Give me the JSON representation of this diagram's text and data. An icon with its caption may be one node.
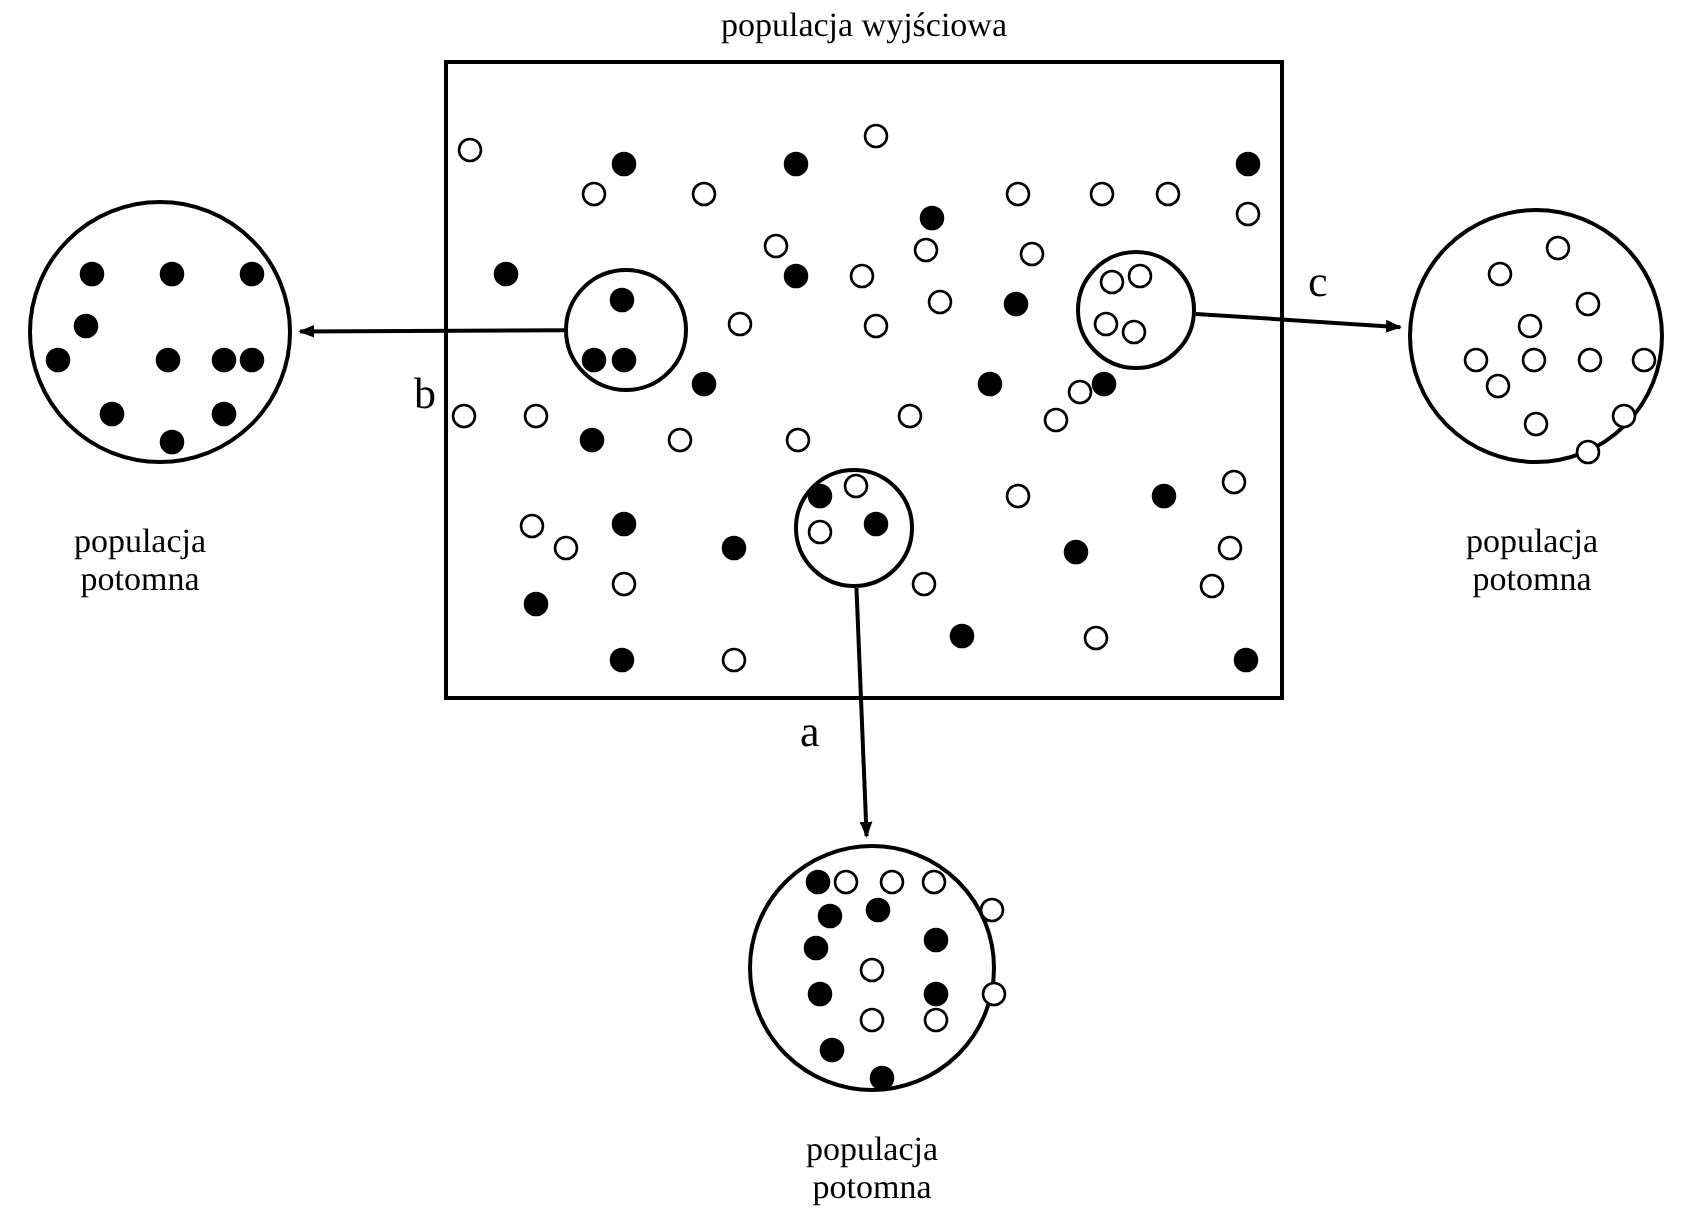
{
  "diagram": {
    "nodes": [
      {
        "text": [
          "populacja wyjściowa"
        ]
      },
      {
        "text": [],
        "shape": "circle",
        "in": 0
      },
      {
        "text": [],
        "shape": "circle",
        "in": 0
      },
      {
        "text": [],
        "shape": "circle",
        "in": 0
      },
      {
        "text": [],
        "shape": "circle",
        "beside": [
          "populacja potomna"
        ]
      },
      {
        "text": [],
        "shape": "circle",
        "beside": [
          "populacja potomna"
        ]
      },
      {
        "text": [],
        "shape": "circle",
        "beside": [
          "populacja potomna"
        ]
      }
    ],
    "edges": [
      {
        "from": 1,
        "to": 4,
        "arrow": "to",
        "label": "b"
      },
      {
        "from": 2,
        "to": 5,
        "arrow": "to",
        "label": "a"
      },
      {
        "from": 3,
        "to": 6,
        "arrow": "to",
        "label": "c"
      }
    ]
  }
}
